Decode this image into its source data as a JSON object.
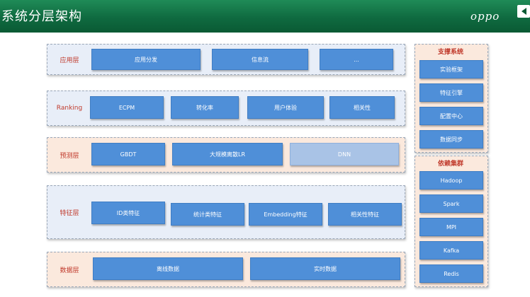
{
  "header": {
    "title": "系统分层架构",
    "logo": "oppo"
  },
  "layers": [
    {
      "label": "应用层",
      "items": [
        "应用分发",
        "信息流",
        "..."
      ]
    },
    {
      "label": "Ranking",
      "items": [
        "ECPM",
        "转化率",
        "用户体验",
        "相关性"
      ]
    },
    {
      "label": "预测层",
      "items": [
        "GBDT",
        "大规模离散LR",
        "DNN"
      ]
    },
    {
      "label": "特征层",
      "items": [
        "ID类特征",
        "统计类特征",
        "Embedding特征",
        "相关性特征"
      ]
    },
    {
      "label": "数据层",
      "items": [
        "离线数据",
        "实时数据"
      ]
    }
  ],
  "support": {
    "title": "支撑系统",
    "items": [
      "实验框架",
      "特征引擎",
      "配置中心",
      "数据同步"
    ]
  },
  "cluster": {
    "title": "依赖集群",
    "items": [
      "Hadoop",
      "Spark",
      "MPI",
      "Kafka",
      "Redis"
    ]
  },
  "colors": {
    "header_green": "#0f6a40",
    "box_blue": "#4f8fd8",
    "box_light": "#a9c3e6",
    "label_red": "#c0392b",
    "layer_blue_bg": "#e8eef8",
    "layer_peach_bg": "#fbe9dd"
  }
}
